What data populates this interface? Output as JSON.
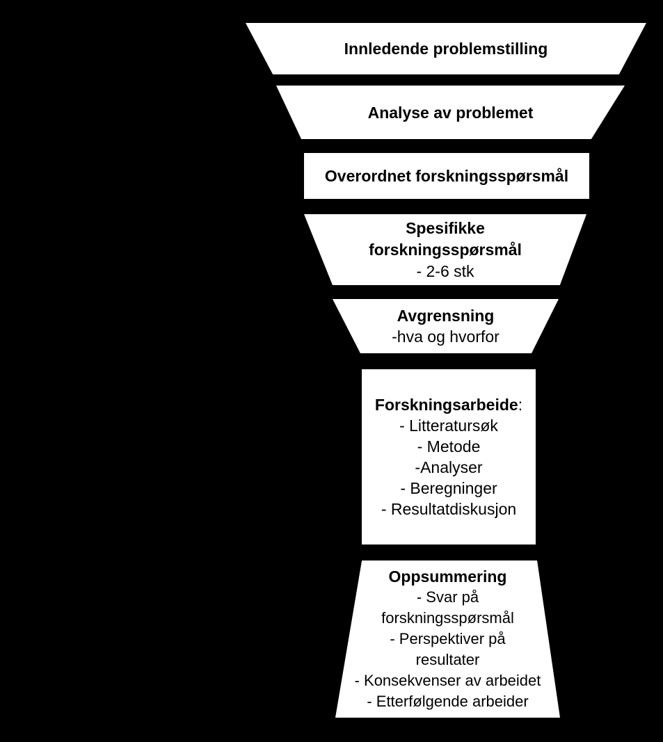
{
  "colors": {
    "background": "#000000",
    "shape_fill": "#ffffff",
    "text": "#000000"
  },
  "diagram": {
    "title": "research-process-funnel",
    "steps": [
      {
        "heading": "Innledende problemstilling"
      },
      {
        "heading": "Analyse av problemet"
      },
      {
        "heading": "Overordnet forskningsspørsmål"
      },
      {
        "heading_line1": "Spesifikke",
        "heading_line2": "forskningsspørsmål",
        "note": "- 2-6 stk"
      },
      {
        "heading": "Avgrensning",
        "note": "-hva og hvorfor"
      },
      {
        "heading": "Forskningsarbeide",
        "heading_suffix": ":",
        "items": [
          "- Litteratursøk",
          "- Metode",
          "-Analyser",
          "- Beregninger",
          "- Resultatdiskusjon"
        ]
      },
      {
        "heading": "Oppsummering",
        "items": [
          "- Svar på",
          "forskningsspørsmål",
          "- Perspektiver på",
          "resultater",
          "- Konsekvenser av arbeidet",
          "- Etterfølgende arbeider"
        ]
      }
    ]
  }
}
